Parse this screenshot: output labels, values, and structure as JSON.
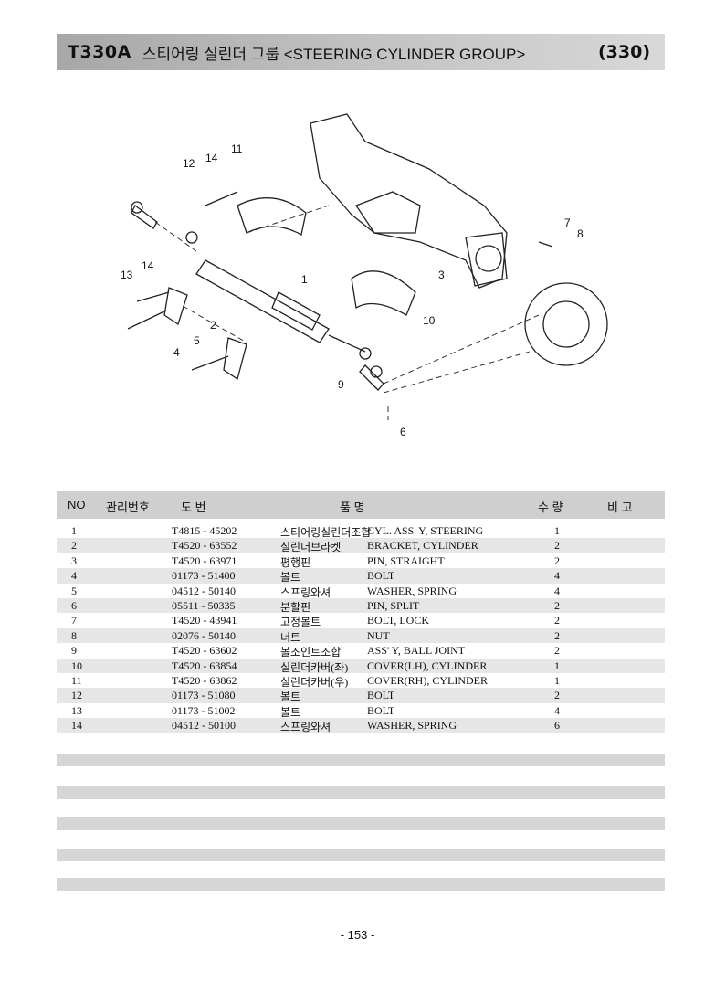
{
  "header": {
    "code": "T330A",
    "title": "스티어링 실린더 그룹 <STEERING CYLINDER GROUP>",
    "page_code": "(330)"
  },
  "diagram": {
    "callouts": [
      "1",
      "2",
      "3",
      "4",
      "5",
      "6",
      "7",
      "8",
      "9",
      "10",
      "11",
      "12",
      "13",
      "14",
      "14"
    ]
  },
  "table": {
    "headers": {
      "no": "NO",
      "mgmt": "관리번호",
      "drawing": "도      번",
      "name": "품           명",
      "qty": "수 량",
      "remark": "비  고"
    },
    "rows": [
      {
        "no": "1",
        "part": "T4815 - 45202",
        "kr": "스티어링실린더조합",
        "en": "CYL. ASS' Y, STEERING",
        "qty": "1"
      },
      {
        "no": "2",
        "part": "T4520 - 63552",
        "kr": "실린더브라켓",
        "en": "BRACKET, CYLINDER",
        "qty": "2"
      },
      {
        "no": "3",
        "part": "T4520 - 63971",
        "kr": "평행핀",
        "en": "PIN, STRAIGHT",
        "qty": "2"
      },
      {
        "no": "4",
        "part": "01173 - 51400",
        "kr": "볼트",
        "en": "BOLT",
        "qty": "4"
      },
      {
        "no": "5",
        "part": "04512 - 50140",
        "kr": "스프링와셔",
        "en": "WASHER, SPRING",
        "qty": "4"
      },
      {
        "no": "6",
        "part": "05511 - 50335",
        "kr": "분할핀",
        "en": "PIN, SPLIT",
        "qty": "2"
      },
      {
        "no": "7",
        "part": "T4520 - 43941",
        "kr": "고정볼트",
        "en": "BOLT, LOCK",
        "qty": "2"
      },
      {
        "no": "8",
        "part": "02076 - 50140",
        "kr": "너트",
        "en": "NUT",
        "qty": "2"
      },
      {
        "no": "9",
        "part": "T4520 - 63602",
        "kr": "볼조인트조합",
        "en": "ASS' Y, BALL JOINT",
        "qty": "2"
      },
      {
        "no": "10",
        "part": "T4520 - 63854",
        "kr": "실린더카버(좌)",
        "en": "COVER(LH), CYLINDER",
        "qty": "1"
      },
      {
        "no": "11",
        "part": "T4520 - 63862",
        "kr": "실린더카버(우)",
        "en": "COVER(RH), CYLINDER",
        "qty": "1"
      },
      {
        "no": "12",
        "part": "01173 - 51080",
        "kr": "볼트",
        "en": "BOLT",
        "qty": "2"
      },
      {
        "no": "13",
        "part": "01173 - 51002",
        "kr": "볼트",
        "en": "BOLT",
        "qty": "4"
      },
      {
        "no": "14",
        "part": "04512 - 50100",
        "kr": "스프링와셔",
        "en": "WASHER, SPRING",
        "qty": "6"
      }
    ]
  },
  "footer": {
    "page": "- 153 -"
  }
}
